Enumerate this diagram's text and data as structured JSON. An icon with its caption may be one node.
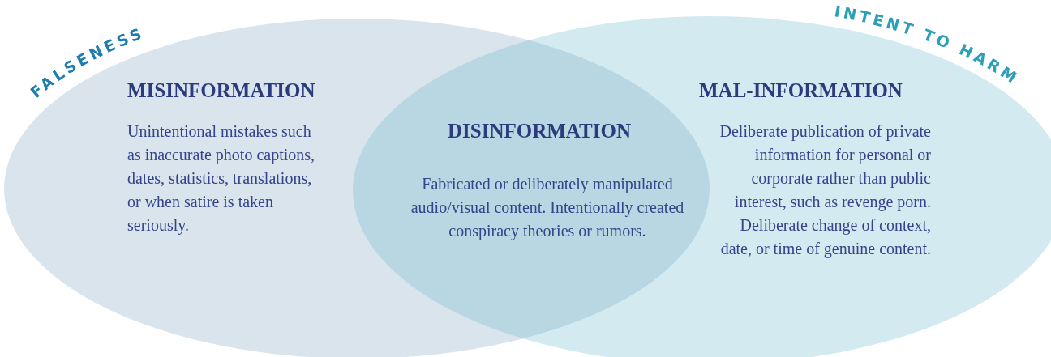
{
  "diagram": {
    "nodes": [
      {
        "text": [
          "MISINFORMATION",
          "Unintentional mistakes such as inaccurate photo captions, dates, statistics, translations, or when satire is taken seriously."
        ],
        "beside": [
          "FALSENESS"
        ]
      },
      {
        "text": [
          "MAL-INFORMATION",
          "Deliberate publication of private information for personal or corporate rather than public interest, such as revenge porn. Deliberate change of context, date, or time of genuine content."
        ],
        "beside": [
          "INTENT TO HARM"
        ]
      },
      {
        "text": [
          "DISINFORMATION",
          "Fabricated or deliberately manipulated audio/visual content. Intentionally created conspiracy theories or rumors."
        ]
      }
    ]
  }
}
